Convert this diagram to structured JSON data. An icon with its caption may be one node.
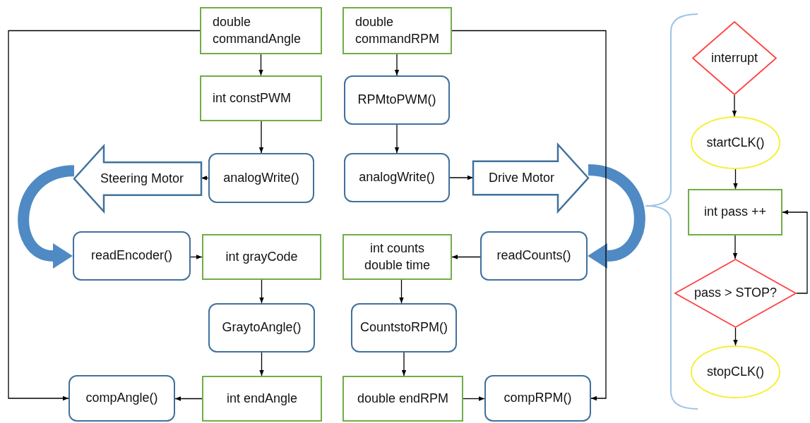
{
  "diagram": {
    "nodes": [
      {
        "text": [
          "double commandAngle"
        ]
      },
      {
        "text": [
          "int constPWM"
        ]
      },
      {
        "text": [
          "analogWrite()"
        ]
      },
      {
        "text": [
          "Steering Motor"
        ]
      },
      {
        "text": [
          "readEncoder()"
        ]
      },
      {
        "text": [
          "int grayCode"
        ]
      },
      {
        "text": [
          "GraytoAngle()"
        ]
      },
      {
        "text": [
          "int endAngle"
        ]
      },
      {
        "text": [
          "compAngle()"
        ]
      },
      {
        "text": [
          "double commandRPM"
        ]
      },
      {
        "text": [
          "RPMtoPWM()"
        ]
      },
      {
        "text": [
          "analogWrite()"
        ]
      },
      {
        "text": [
          "Drive Motor"
        ]
      },
      {
        "text": [
          "readCounts()"
        ]
      },
      {
        "text": [
          "int counts double time"
        ]
      },
      {
        "text": [
          "CountstoRPM()"
        ]
      },
      {
        "text": [
          "double endRPM"
        ]
      },
      {
        "text": [
          "compRPM()"
        ]
      },
      {
        "text": [
          "interrupt"
        ]
      },
      {
        "text": [
          "startCLK()"
        ]
      },
      {
        "text": [
          "int pass ++"
        ]
      },
      {
        "text": [
          "pass > STOP?"
        ]
      },
      {
        "text": [
          "stopCLK()"
        ]
      }
    ],
    "edges": [
      {
        "from": 0,
        "to": 1,
        "arrow": "to"
      },
      {
        "from": 1,
        "to": 2,
        "arrow": "to"
      },
      {
        "from": 2,
        "to": 3,
        "arrow": "to"
      },
      {
        "from": 3,
        "to": 4,
        "arrow": "to",
        "style": "thick",
        "color": "#4f8ac4"
      },
      {
        "from": 4,
        "to": 5,
        "arrow": "to"
      },
      {
        "from": 5,
        "to": 6,
        "arrow": "to"
      },
      {
        "from": 6,
        "to": 7,
        "arrow": "to"
      },
      {
        "from": 7,
        "to": 8,
        "arrow": "to"
      },
      {
        "from": 0,
        "to": 8,
        "arrow": "to"
      },
      {
        "from": 9,
        "to": 10,
        "arrow": "to"
      },
      {
        "from": 10,
        "to": 11,
        "arrow": "to"
      },
      {
        "from": 11,
        "to": 12,
        "arrow": "to"
      },
      {
        "from": 12,
        "to": 13,
        "arrow": "to",
        "style": "thick",
        "color": "#4f8ac4"
      },
      {
        "from": 13,
        "to": 14,
        "arrow": "to"
      },
      {
        "from": 14,
        "to": 15,
        "arrow": "to"
      },
      {
        "from": 15,
        "to": 16,
        "arrow": "to"
      },
      {
        "from": 16,
        "to": 17,
        "arrow": "to"
      },
      {
        "from": 9,
        "to": 17,
        "arrow": "to"
      },
      {
        "from": 18,
        "to": 19,
        "arrow": "to"
      },
      {
        "from": 19,
        "to": 20,
        "arrow": "to"
      },
      {
        "from": 20,
        "to": 21,
        "arrow": "to"
      },
      {
        "from": 21,
        "to": 22,
        "arrow": "to"
      },
      {
        "from": 21,
        "to": 20,
        "arrow": "to"
      }
    ]
  }
}
